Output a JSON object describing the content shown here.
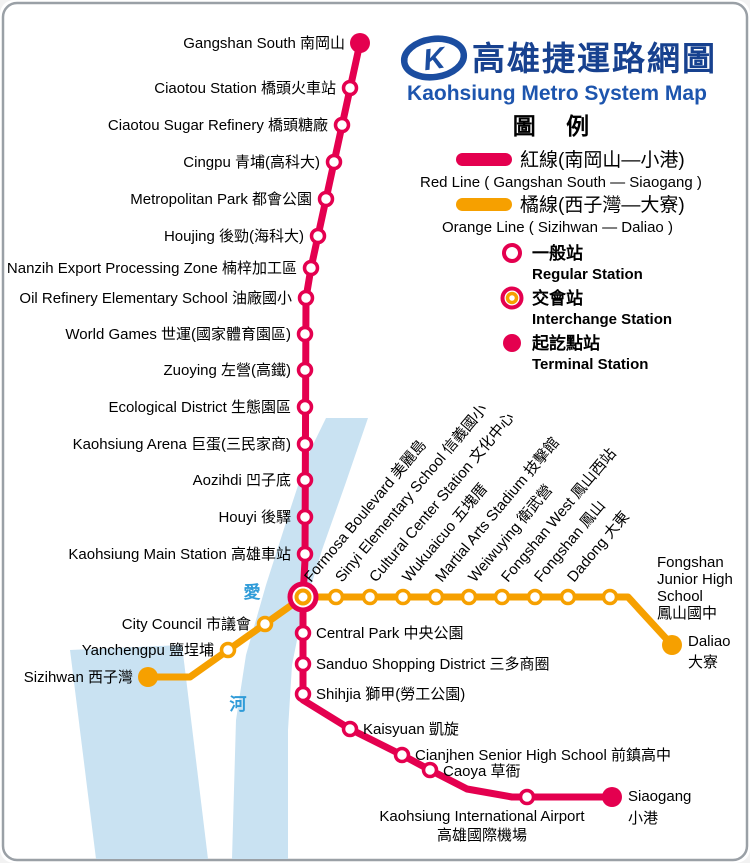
{
  "header": {
    "logo_letter": "K",
    "title_zh": "高雄捷運路網圖",
    "title_en": "Kaohsiung Metro System Map",
    "legend_title": "圖 例"
  },
  "legend": {
    "red_zh": "紅線(南岡山—小港)",
    "red_en": "Red Line ( Gangshan South — Siaogang )",
    "orange_zh": "橘線(西子灣—大寮)",
    "orange_en": "Orange Line ( Sizihwan — Daliao )",
    "regular_zh": "一般站",
    "regular_en": "Regular Station",
    "interchange_zh": "交會站",
    "interchange_en": "Interchange Station",
    "terminal_zh": "起訖點站",
    "terminal_en": "Terminal Station"
  },
  "map": {
    "river_love": "愛",
    "river_he": "河",
    "red_stations": [
      "Gangshan South 南岡山",
      "Ciaotou Station 橋頭火車站",
      "Ciaotou Sugar Refinery 橋頭糖廠",
      "Cingpu 青埔(高科大)",
      "Metropolitan Park 都會公園",
      "Houjing 後勁(海科大)",
      "Nanzih Export Processing Zone 楠梓加工區",
      "Oil Refinery Elementary School 油廠國小",
      "World Games 世運(國家體育園區)",
      "Zuoying 左營(高鐵)",
      "Ecological District 生態園區",
      "Kaohsiung Arena 巨蛋(三民家商)",
      "Aozihdi 凹子底",
      "Houyi 後驛",
      "Kaohsiung Main Station 高雄車站",
      "Central Park 中央公園",
      "Sanduo Shopping District 三多商圈",
      "Shihjia 獅甲(勞工公園)",
      "Kaisyuan 凱旋",
      "Cianjhen Senior High School 前鎮高中",
      "Caoya 草衙"
    ],
    "airport_lines": [
      "Kaohsiung International Airport",
      "高雄國際機場"
    ],
    "siaogang_lines": [
      "Siaogang",
      "小港"
    ],
    "orange_stations": [
      "Sizihwan 西子灣",
      "Yanchengpu 鹽埕埔",
      "City Council 市議會",
      "Formosa Boulevard 美麗島",
      "Sinyi Elementary School 信義國小",
      "Cultural Center Station 文化中心",
      "Wukuaicuo 五塊厝",
      "Martial Arts Stadium 技擊館",
      "Weiwuying 衛武營",
      "Fongshan West 鳳山西站",
      "Fongshan 鳳山",
      "Dadong 大東"
    ],
    "fongshan_jhs_lines": [
      "Fongshan",
      "Junior High",
      "School",
      "鳳山國中"
    ],
    "daliao_lines": [
      "Daliao",
      "大寮"
    ]
  },
  "colors": {
    "red_line": "#e4004f",
    "orange_line": "#f6a000",
    "river": "#c9e2f2",
    "title_blue": "#1b4da0",
    "river_text": "#2f9bd8"
  }
}
